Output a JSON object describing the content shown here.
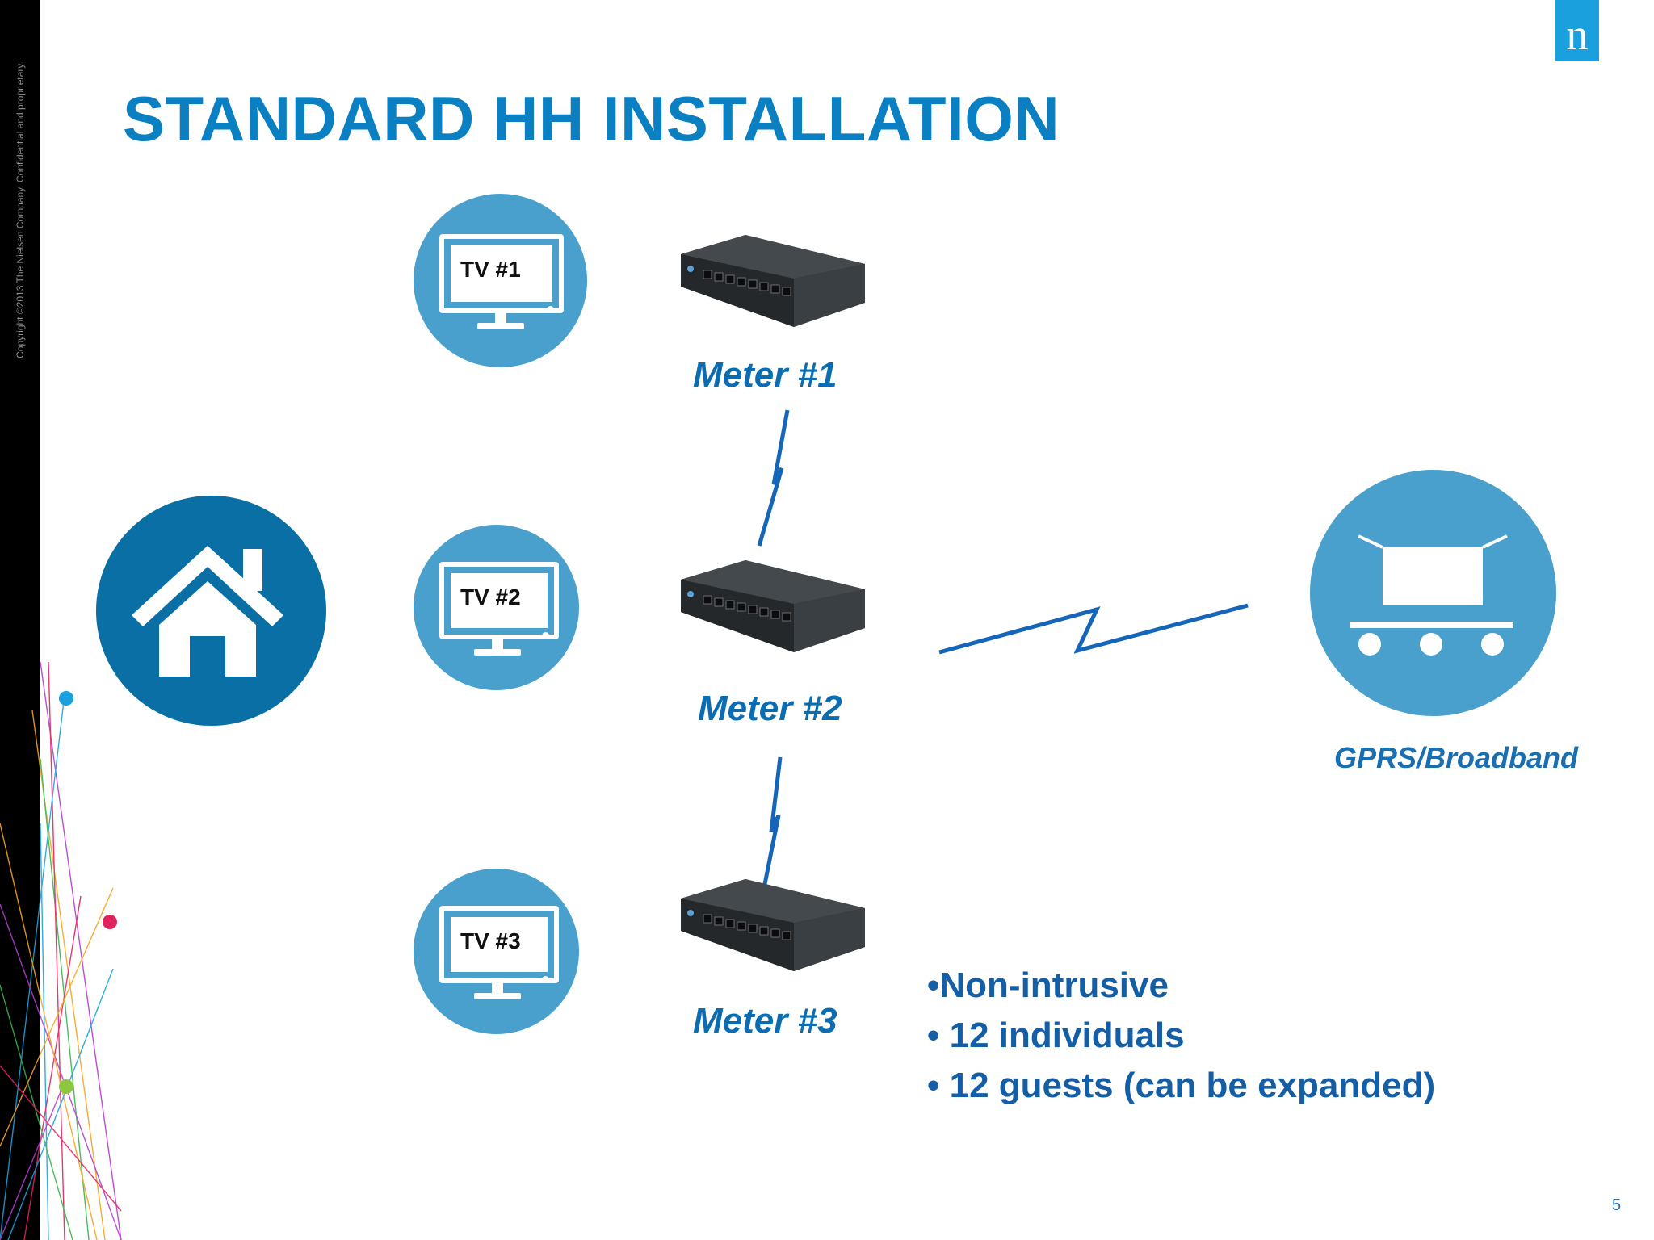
{
  "slide": {
    "title": "STANDARD HH INSTALLATION",
    "copyright": "Copyright ©2013 The Nielsen Company. Confidential and proprietary.",
    "logo_letter": "n",
    "page_number": "5"
  },
  "tvs": [
    {
      "label": "TV #1"
    },
    {
      "label": "TV #2"
    },
    {
      "label": "TV #3"
    }
  ],
  "meters": [
    {
      "label": "Meter #1"
    },
    {
      "label": "Meter #2"
    },
    {
      "label": "Meter #3"
    }
  ],
  "gprs": {
    "label": "GPRS/Broadband"
  },
  "bullets": [
    "•Non-intrusive",
    "• 12 individuals",
    "• 12 guests (can be expanded)"
  ],
  "colors": {
    "title": "#0a7fc1",
    "circle": "#4aa0cc",
    "home_circle": "#0a6fa5",
    "link_line": "#1565b8",
    "text_blue": "#145ea6",
    "logo": "#1aa1dd"
  },
  "icons": {
    "home": "house-icon",
    "tv": "tv-icon",
    "meter": "network-meter-device",
    "gprs": "cart-transmission-icon",
    "logo": "nielsen-logo"
  }
}
